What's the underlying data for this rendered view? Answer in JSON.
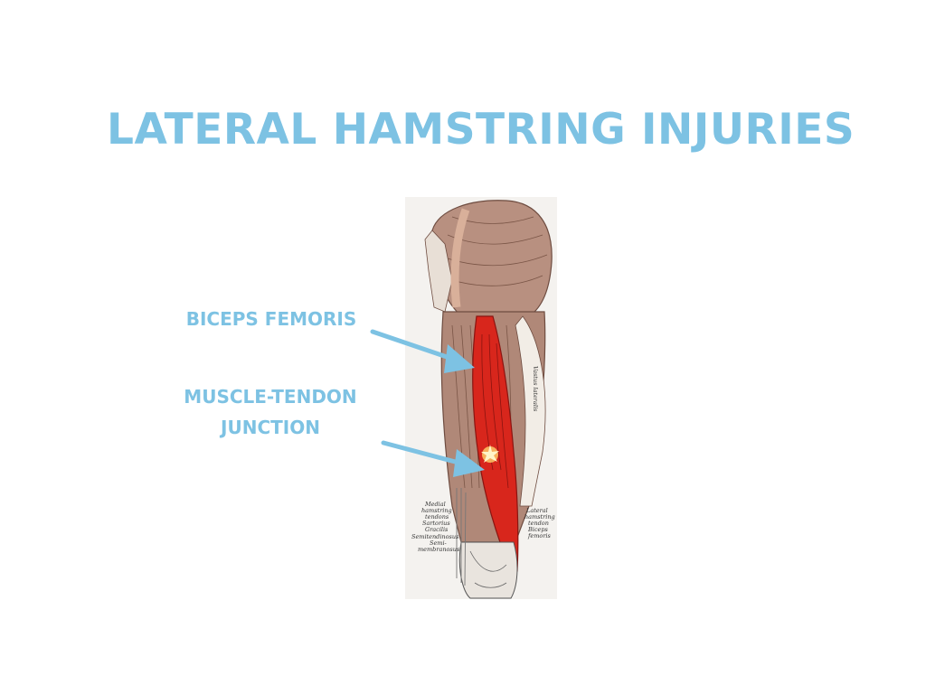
{
  "title": "LATERAL HAMSTRING INJURIES",
  "callouts": {
    "biceps_femoris": "BICEPS FEMORIS",
    "muscle_tendon_junction": [
      "MUSCLE-TENDON",
      "JUNCTION"
    ]
  },
  "figure_labels": {
    "medial": [
      "Medial",
      "hamstring",
      "tendons",
      "Sartorius",
      "Gracilis",
      "Semitendinosus",
      "Semi-",
      "membranosus"
    ],
    "lateral": [
      "Lateral",
      "hamstring",
      "tendon",
      "Biceps",
      "femoris"
    ],
    "vastus": "Vastus lateralis"
  },
  "colors": {
    "accent": "#7dc2e3",
    "muscle_brown": "#b89080",
    "injury_red": "#d8261c"
  }
}
